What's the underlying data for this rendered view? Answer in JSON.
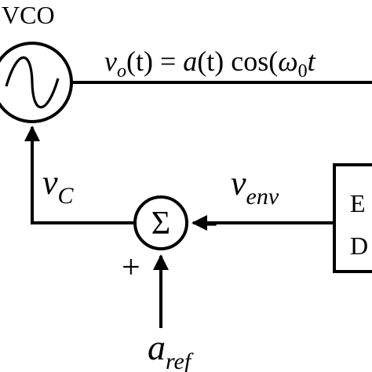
{
  "vco": {
    "label": "VCO"
  },
  "output_signal": {
    "v": "v",
    "o_sub": "o",
    "t_paren": "(t) = ",
    "a": "a",
    "t_paren2": "(t) cos(",
    "omega": "ω",
    "zero_sub": "0",
    "t_tail": "t"
  },
  "control_signal": {
    "v": "v",
    "sub": "C"
  },
  "summer": {
    "symbol": "Σ",
    "plus_sign": "+",
    "minus_sign": "−"
  },
  "envelope_signal": {
    "v": "v",
    "sub": "env"
  },
  "reference_signal": {
    "a": "a",
    "sub": "ref"
  },
  "envelope_detector": {
    "line1": "E",
    "line2": "D"
  }
}
